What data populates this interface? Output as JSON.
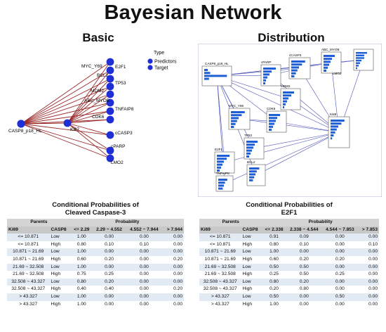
{
  "title": "Bayesian Network",
  "basic": {
    "title": "Basic",
    "legend_title": "Type",
    "legend_items": [
      {
        "label": "Predictors",
        "color": "#1f2fd6"
      },
      {
        "label": "Target",
        "color": "#1f2fd6"
      }
    ],
    "target_label": "CASP8_p18_HL",
    "hub_label": "Ki67",
    "predictors": [
      "MYC_Y69",
      "E2F1",
      "BCL2",
      "TP53",
      "MDM2",
      "ABC_MYOB",
      "TNFAIP8",
      "CDK6",
      "cCASP3",
      "cPARP",
      "LMO2"
    ],
    "node_color": "#1f2fd6",
    "edge_color": "#9a2a2a"
  },
  "distribution": {
    "title": "Distribution",
    "node_labels": [
      "CASP8_p18_HL",
      "cPARP",
      "cCASP3",
      "ABC_MYOB",
      "LMO2",
      "MDM2",
      "MYC_Y69",
      "CDK6",
      "Ki69",
      "TP53",
      "E2F1",
      "BCL2",
      "TNFAIP8"
    ],
    "bar_color": "#1f5fd6"
  },
  "table1": {
    "title_line1": "Conditional Probabilities of",
    "title_line2": "Cleaved Caspase-3",
    "parents_label": "Parents",
    "probability_label": "Probability",
    "columns": [
      "Ki69",
      "CASP8",
      "<= 2.29",
      "2.29 ~ 4.552",
      "4.552 ~ 7.944",
      "> 7.944"
    ],
    "rows": [
      [
        "<= 10.871",
        "Low",
        "1.00",
        "0.00",
        "0.00",
        "0.00"
      ],
      [
        "<= 10.871",
        "High",
        "0.80",
        "0.10",
        "0.10",
        "0.00"
      ],
      [
        "10.871 ~ 21.69",
        "Low",
        "1.00",
        "0.00",
        "0.00",
        "0.00"
      ],
      [
        "10.871 ~ 21.69",
        "High",
        "0.60",
        "0.20",
        "0.00",
        "0.20"
      ],
      [
        "21.69 ~ 32.508",
        "Low",
        "1.00",
        "0.00",
        "0.00",
        "0.00"
      ],
      [
        "21.69 ~ 32.508",
        "High",
        "0.75",
        "0.25",
        "0.00",
        "0.00"
      ],
      [
        "32.508 ~ 43.327",
        "Low",
        "0.80",
        "0.20",
        "0.00",
        "0.00"
      ],
      [
        "32.508 ~ 43.327",
        "High",
        "0.40",
        "0.40",
        "0.00",
        "0.20"
      ],
      [
        "> 43.327",
        "Low",
        "1.00",
        "0.00",
        "0.00",
        "0.00"
      ],
      [
        "> 43.327",
        "High",
        "1.00",
        "0.00",
        "0.00",
        "0.00"
      ]
    ]
  },
  "table2": {
    "title_line1": "Conditional Probabilities of",
    "title_line2": "E2F1",
    "parents_label": "Parents",
    "probability_label": "Probability",
    "columns": [
      "Ki69",
      "CASP8",
      "<= 2.338",
      "2.338 ~ 4.544",
      "4.544 ~ 7.853",
      "> 7.853"
    ],
    "rows": [
      [
        "<= 10.871",
        "Low",
        "0.91",
        "0.09",
        "0.00",
        "0.00"
      ],
      [
        "<= 10.871",
        "High",
        "0.80",
        "0.10",
        "0.00",
        "0.10"
      ],
      [
        "10.871 ~ 21.69",
        "Low",
        "1.00",
        "0.00",
        "0.00",
        "0.00"
      ],
      [
        "10.871 ~ 21.69",
        "High",
        "0.60",
        "0.20",
        "0.20",
        "0.00"
      ],
      [
        "21.69 ~ 32.508",
        "Low",
        "0.50",
        "0.50",
        "0.00",
        "0.00"
      ],
      [
        "21.69 ~ 32.508",
        "High",
        "0.25",
        "0.50",
        "0.25",
        "0.00"
      ],
      [
        "32.508 ~ 43.327",
        "Low",
        "0.80",
        "0.20",
        "0.00",
        "0.00"
      ],
      [
        "32.508 ~ 43.327",
        "High",
        "0.20",
        "0.80",
        "0.00",
        "0.00"
      ],
      [
        "> 43.327",
        "Low",
        "0.50",
        "0.00",
        "0.50",
        "0.00"
      ],
      [
        "> 43.327",
        "High",
        "1.00",
        "0.00",
        "0.00",
        "0.00"
      ]
    ]
  }
}
